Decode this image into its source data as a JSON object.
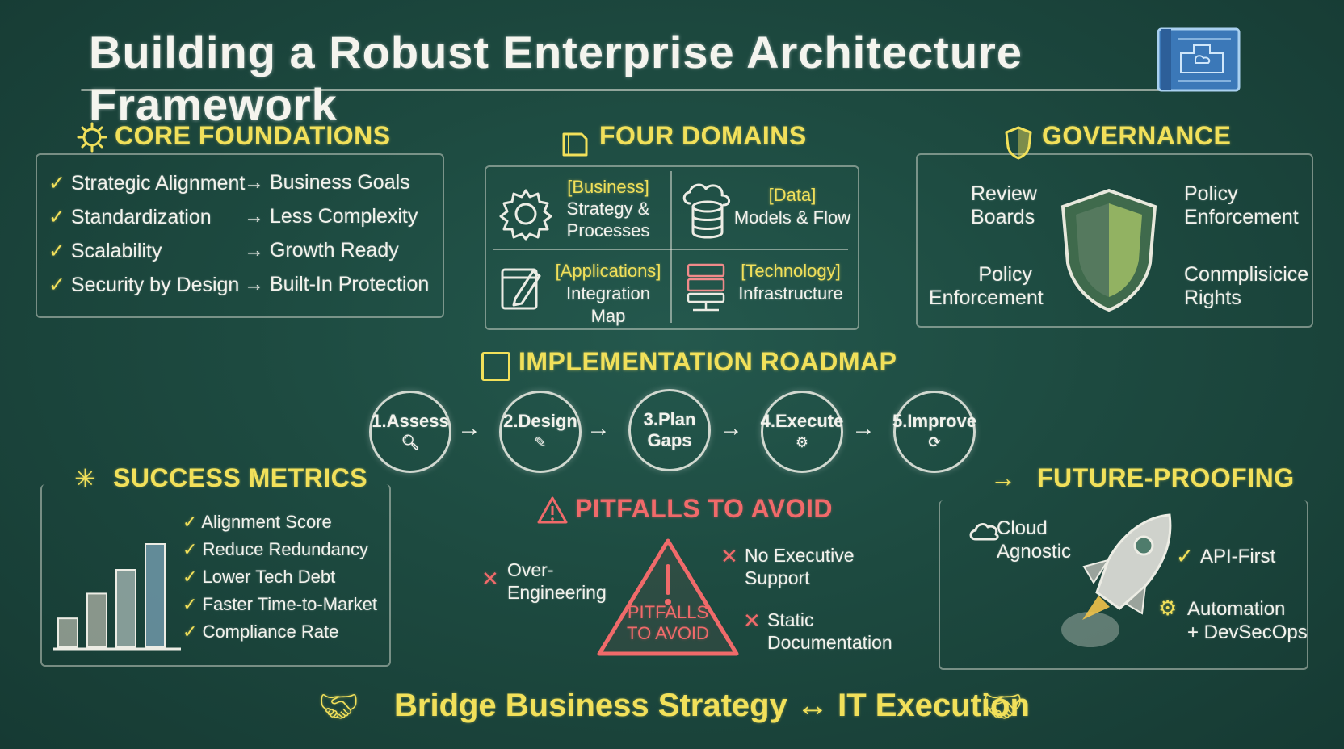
{
  "title": "Building a Robust Enterprise Architecture Framework",
  "core": {
    "heading": "CORE FOUNDATIONS",
    "items": [
      {
        "left": "Strategic Alignment",
        "right": "Business Goals"
      },
      {
        "left": "Standardization",
        "right": "Less Complexity"
      },
      {
        "left": "Scalability",
        "right": "Growth Ready"
      },
      {
        "left": "Security by Design",
        "right": "Built-In Protection"
      }
    ]
  },
  "domains": {
    "heading": "FOUR DOMAINS",
    "business": {
      "label": "[Business]",
      "line1": "Strategy &",
      "line2": "Processes"
    },
    "data": {
      "label": "[Data]",
      "line1": "Models & Flow"
    },
    "applications": {
      "label": "[Applications]",
      "line1": "Integration Map"
    },
    "technology": {
      "label": "[Technology]",
      "line1": "Infrastructure"
    }
  },
  "governance": {
    "heading": "GOVERNANCE",
    "tl1": "Review",
    "tl2": "Boards",
    "tr1": "Policy",
    "tr2": "Enforcement",
    "bl1": "Policy",
    "bl2": "Enforcement",
    "br1": "Conmplisicice",
    "br2": "Rights"
  },
  "roadmap": {
    "heading": "IMPLEMENTATION ROADMAP",
    "steps": [
      {
        "l1": "1.Assess",
        "l2": ""
      },
      {
        "l1": "2.Design",
        "l2": ""
      },
      {
        "l1": "3.Plan",
        "l2": "Gaps"
      },
      {
        "l1": "4.Execute",
        "l2": ""
      },
      {
        "l1": "5.Improve",
        "l2": ""
      }
    ]
  },
  "metrics": {
    "heading": "SUCCESS METRICS",
    "items": [
      "Alignment Score",
      "Reduce Redundancy",
      "Lower Tech Debt",
      "Faster Time-to-Market",
      "Compliance Rate"
    ],
    "bars": [
      0.28,
      0.52,
      0.75,
      1.0
    ]
  },
  "pitfalls": {
    "heading": "PITFALLS TO AVOID",
    "sign1": "PITFALLS",
    "sign2": "TO AVOID",
    "a1": "Over-",
    "a2": "Engineering",
    "b1": "No Executive",
    "b2": "Support",
    "c1": "Static",
    "c2": "Documentation"
  },
  "future": {
    "heading": "FUTURE-PROOFING",
    "cloud1": "Cloud",
    "cloud2": "Agnostic",
    "api": "API-First",
    "auto1": "Automation",
    "auto2": "+ DevSecOps"
  },
  "footer": {
    "left": "Bridge Business Strategy",
    "arrow": "↔",
    "right": "IT Execution"
  },
  "colors": {
    "background": "#1d4a40",
    "accent_yellow": "#f1e05a",
    "alert_red": "#f06a6a",
    "chalk": "#f2f2ec"
  }
}
